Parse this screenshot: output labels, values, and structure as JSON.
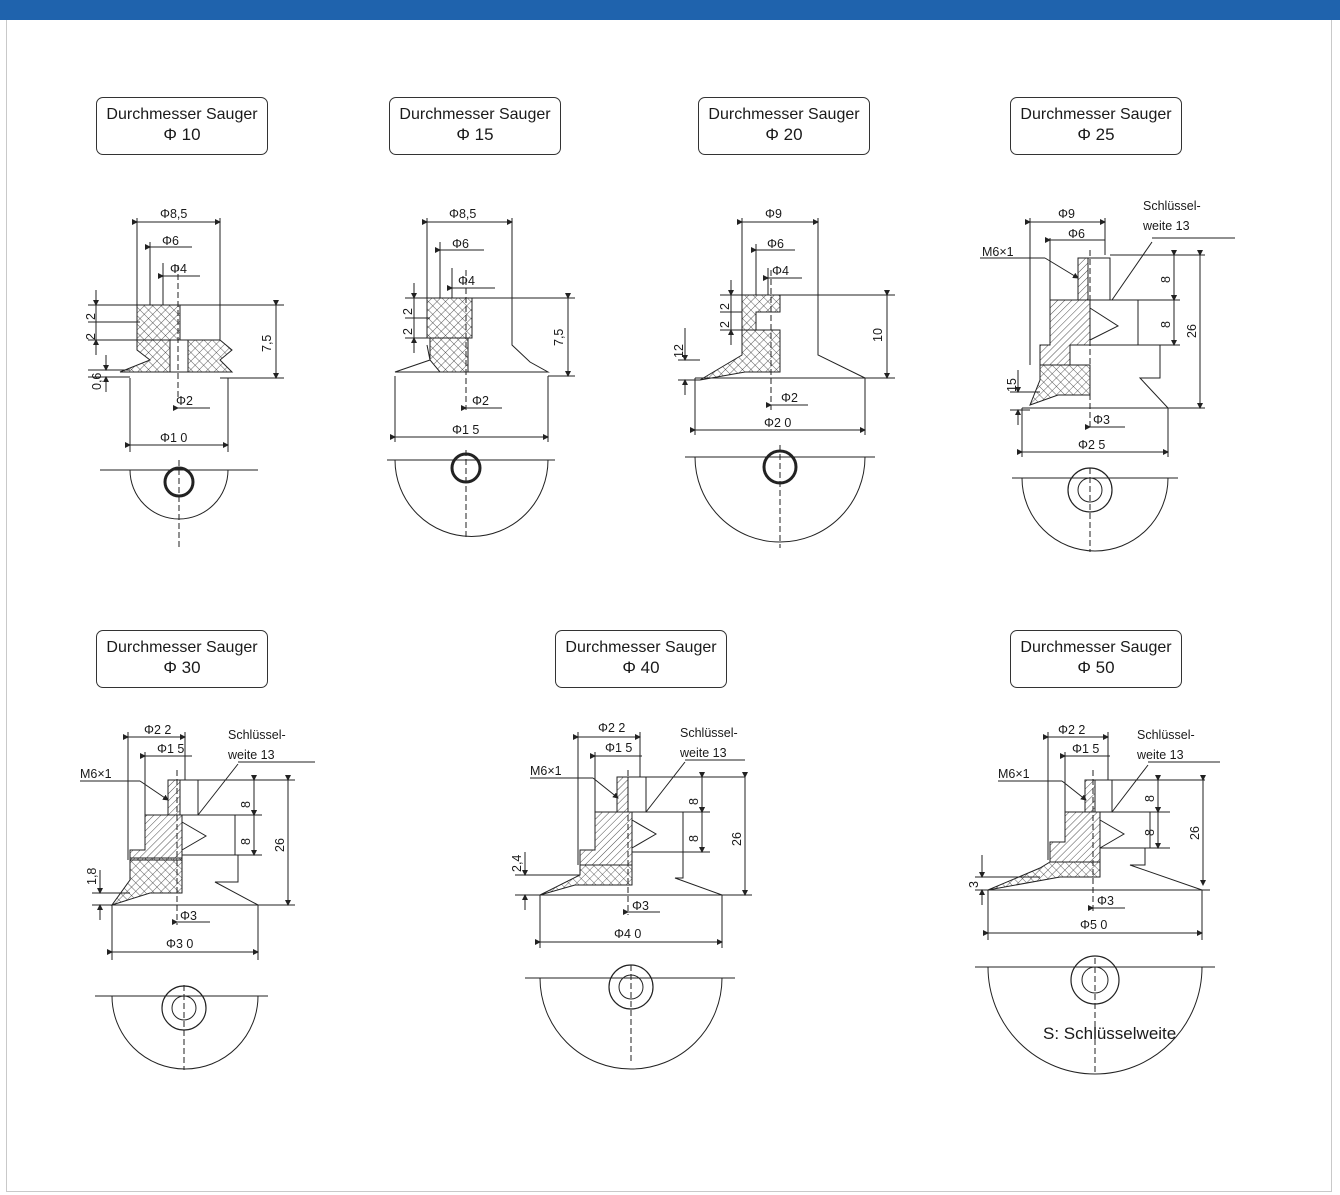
{
  "colors": {
    "header_bar": "#1f63ad",
    "line": "#1a1a1a",
    "frame": "#c9c9c9"
  },
  "items": [
    {
      "caption": "Durchmesser Sauger",
      "size": "Φ 10",
      "dims": {
        "od_top": "Φ8,5",
        "d_mid": "Φ6",
        "d_in": "Φ4",
        "h1": "2",
        "h2": "2",
        "h3": "0,6",
        "h_total": "7,5",
        "bore": "Φ2",
        "pad": "Φ1 0"
      }
    },
    {
      "caption": "Durchmesser Sauger",
      "size": "Φ 15",
      "dims": {
        "od_top": "Φ8,5",
        "d_mid": "Φ6",
        "d_in": "Φ4",
        "h1": "2",
        "h2": "2",
        "h_total": "7,5",
        "bore": "Φ2",
        "pad": "Φ1 5"
      }
    },
    {
      "caption": "Durchmesser Sauger",
      "size": "Φ 20",
      "dims": {
        "od_top": "Φ9",
        "d_mid": "Φ6",
        "d_in": "Φ4",
        "h1": "2",
        "h2": "2",
        "h_lip": "12",
        "h_total": "10",
        "bore": "Φ2",
        "pad": "Φ2 0"
      }
    },
    {
      "caption": "Durchmesser Sauger",
      "size": "Φ 25",
      "dims": {
        "od_top": "Φ9",
        "d_mid": "Φ6",
        "thread": "M6×1",
        "wrench": "Schlüssel-",
        "wrench2": "weite 13",
        "h1": "8",
        "h2": "8",
        "h_total": "26",
        "h_lip": "15",
        "bore": "Φ3",
        "pad": "Φ2 5"
      }
    },
    {
      "caption": "Durchmesser Sauger",
      "size": "Φ 30",
      "dims": {
        "od_top": "Φ2 2",
        "d_mid": "Φ1 5",
        "thread": "M6×1",
        "wrench": "Schlüssel-",
        "wrench2": "weite 13",
        "h1": "8",
        "h2": "8",
        "h_total": "26",
        "h_lip": "1,8",
        "bore": "Φ3",
        "pad": "Φ3 0"
      }
    },
    {
      "caption": "Durchmesser Sauger",
      "size": "Φ 40",
      "dims": {
        "od_top": "Φ2 2",
        "d_mid": "Φ1 5",
        "thread": "M6×1",
        "wrench": "Schlüssel-",
        "wrench2": "weite 13",
        "h1": "8",
        "h2": "8",
        "h_total": "26",
        "h_lip": "2,4",
        "bore": "Φ3",
        "pad": "Φ4 0"
      }
    },
    {
      "caption": "Durchmesser Sauger",
      "size": "Φ 50",
      "dims": {
        "od_top": "Φ2 2",
        "d_mid": "Φ1 5",
        "thread": "M6×1",
        "wrench": "Schlüssel-",
        "wrench2": "weite 13",
        "h1": "8",
        "h2": "8",
        "h_total": "26",
        "h_lip": "3",
        "bore": "Φ3",
        "pad": "Φ5 0"
      }
    }
  ],
  "footnote": "S: Schlüsselweite"
}
